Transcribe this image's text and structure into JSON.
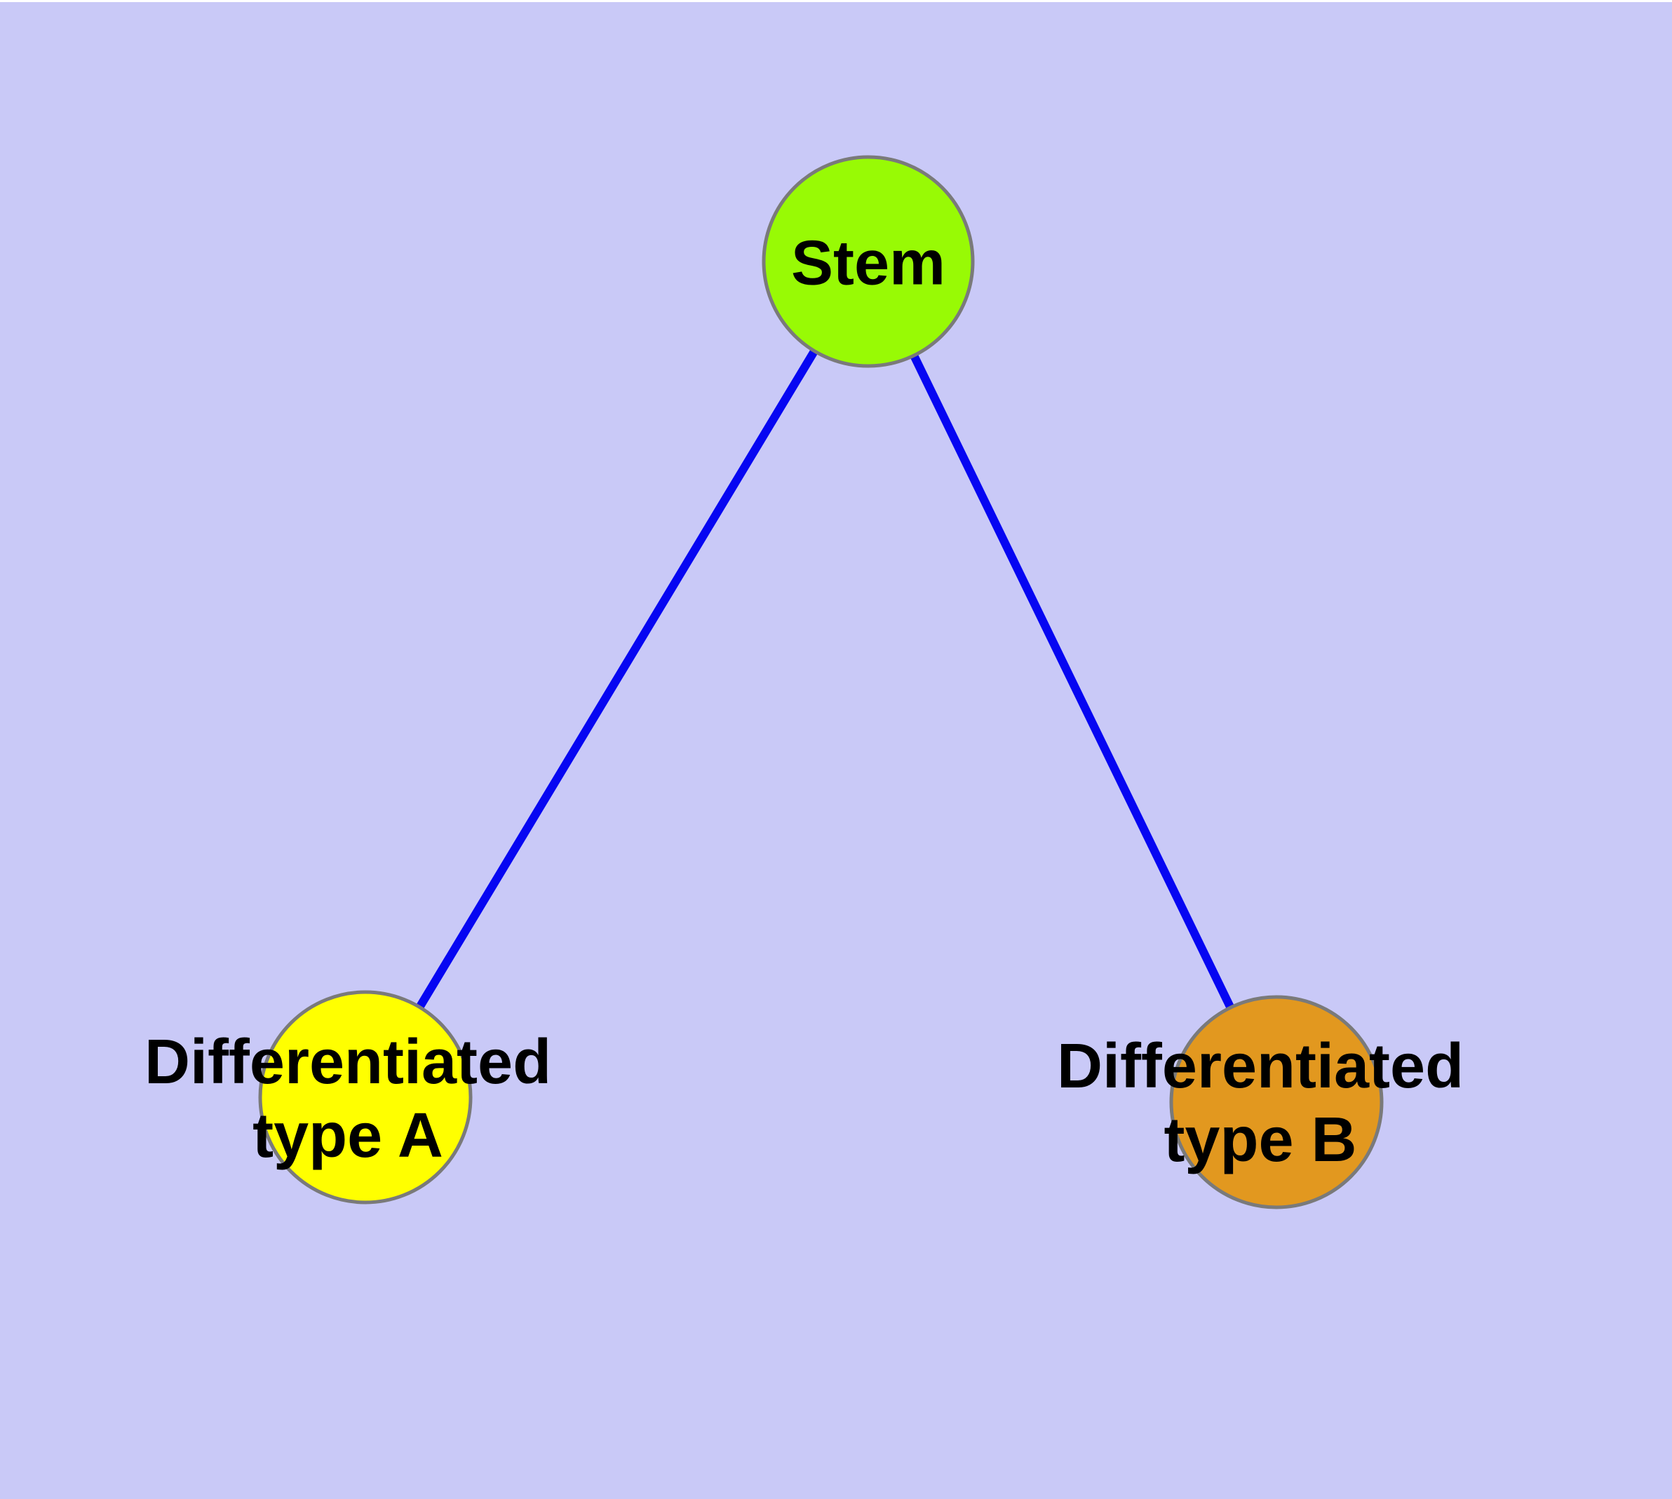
{
  "diagram": {
    "background_color": "#C9C9F7",
    "top_border_color": "#FFFFFF",
    "edge_color": "#0606F2",
    "node_border_color": "#7A7A7A",
    "text_color": "#000000",
    "nodes": [
      {
        "id": "stem",
        "label": "Stem",
        "fill": "#98FA05"
      },
      {
        "id": "differentiated-type-a",
        "label": "Differentiated\ntype A",
        "fill": "#FFFF00"
      },
      {
        "id": "differentiated-type-b",
        "label": "Differentiated\ntype B",
        "fill": "#E2981F"
      }
    ],
    "edges": [
      {
        "from": "Stem",
        "to": "Differentiated type A"
      },
      {
        "from": "Stem",
        "to": "Differentiated type B"
      }
    ]
  }
}
